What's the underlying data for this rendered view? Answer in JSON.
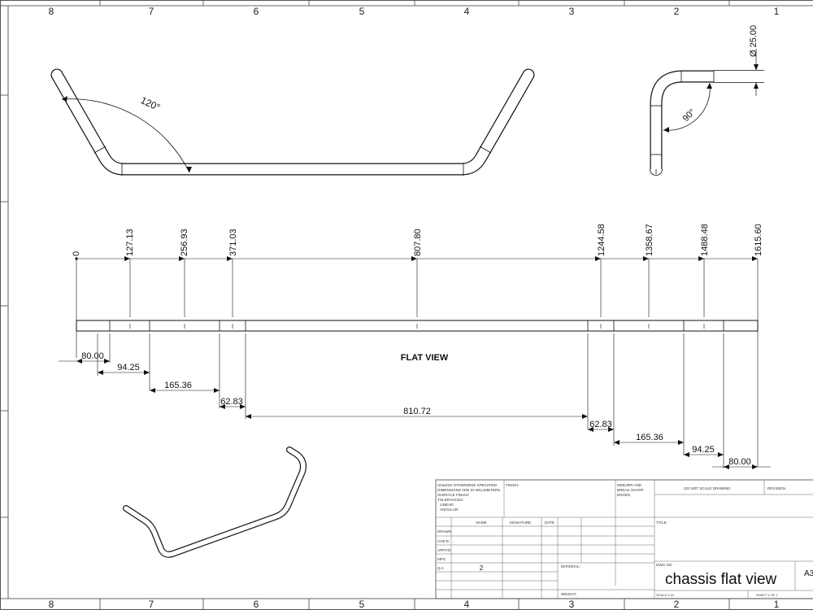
{
  "sheet": {
    "zones_top": [
      "8",
      "7",
      "6",
      "5",
      "4",
      "3",
      "2",
      "1"
    ],
    "zones_bottom": [
      "8",
      "7",
      "6",
      "5",
      "4",
      "3",
      "2",
      "1"
    ]
  },
  "front_view": {
    "angle_label": "120°"
  },
  "side_view": {
    "diameter_label": "Ø 25.00",
    "angle_label": "90°"
  },
  "ordinate_dims": [
    "0",
    "127.13",
    "256.93",
    "371.03",
    "807.80",
    "1244.58",
    "1358.67",
    "1488.48",
    "1615.60"
  ],
  "flat_view_label": "FLAT VIEW",
  "linear_dims": [
    "80.00",
    "94.25",
    "165.36",
    "62.83",
    "810.72",
    "62.83",
    "165.36",
    "94.25",
    "80.00"
  ],
  "title_block": {
    "notes": [
      "UNLESS OTHERWISE SPECIFIED:",
      "DIMENSIONS ARE IN MILLIMETERS",
      "SURFACE FINISH:",
      "TOLERANCES:",
      "LINEAR:",
      "ANGULAR:"
    ],
    "finish_label": "FINISH:",
    "deburr": [
      "DEBURR AND",
      "BREAK SHARP",
      "EDGES"
    ],
    "do_not_scale": "DO NOT SCALE DRAWING",
    "revision_label": "REVISION",
    "col_name": "NAME",
    "col_signature": "SIGNATURE",
    "col_date": "DATE",
    "rows": [
      "DRAWN",
      "CHK'D",
      "APPV'D",
      "MFG",
      "Q.A"
    ],
    "qa_value": "2",
    "title_label": "TITLE:",
    "material_label": "MATERIAL:",
    "dwg_no_label": "DWG NO.",
    "dwg_no": "chassis flat view",
    "size": "A3",
    "weight_label": "WEIGHT:",
    "scale_label": "SCALE:1:10",
    "sheet_label": "SHEET 1 OF 1"
  }
}
